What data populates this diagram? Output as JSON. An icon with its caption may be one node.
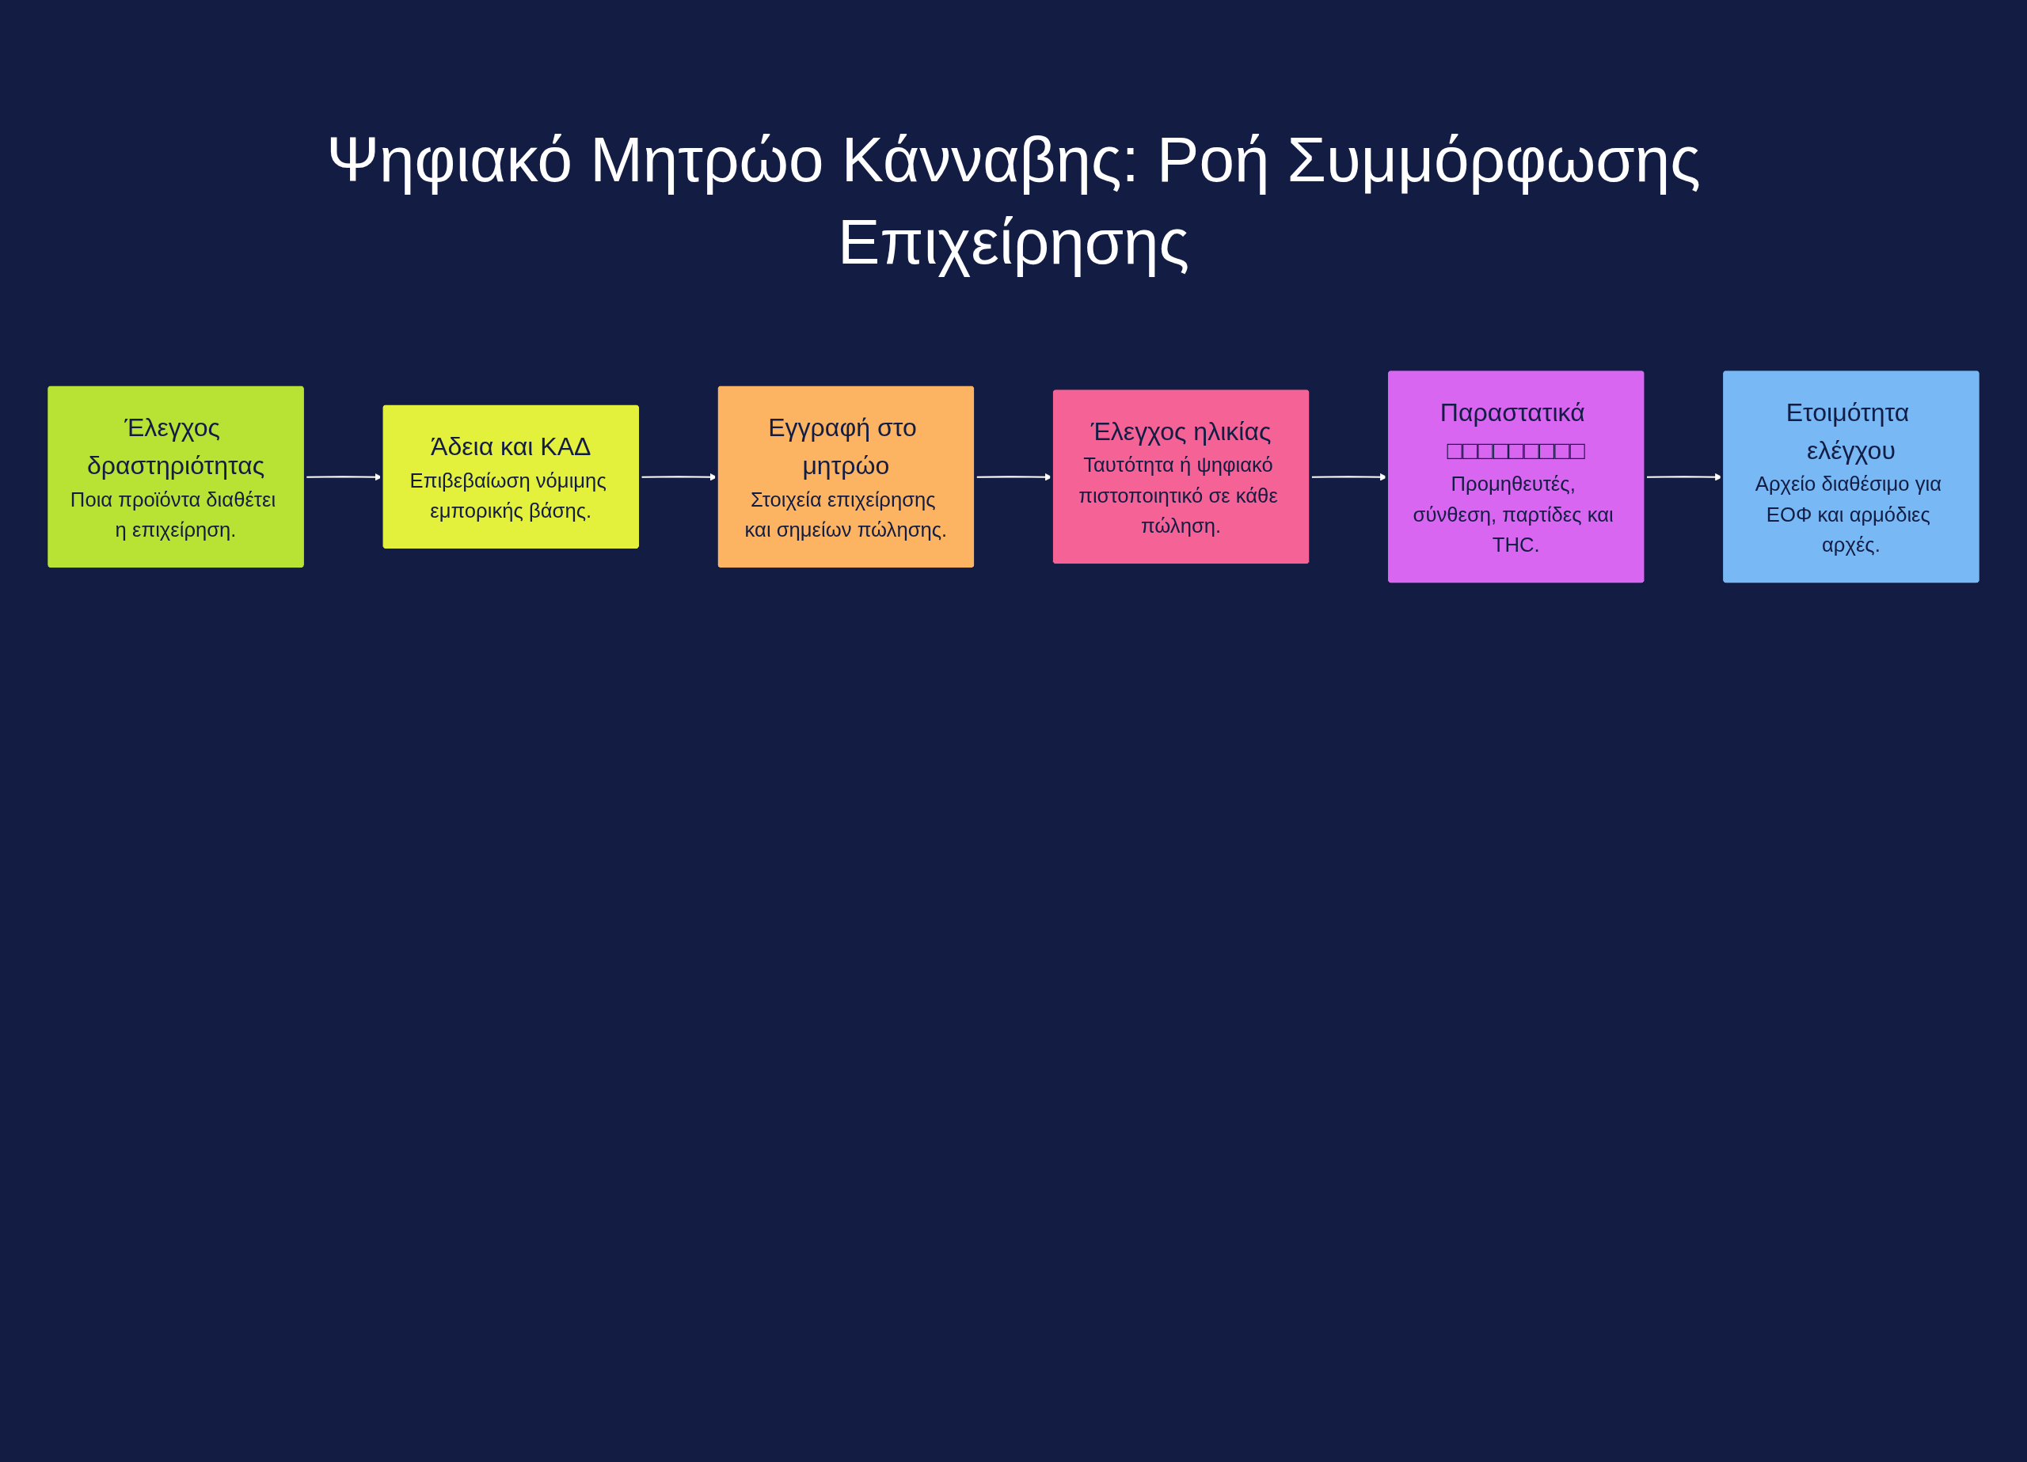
{
  "diagram": {
    "title": "Ψηφιακό Μητρώο Κάνναβης: Ροή Συμμόρφωσης Επιχείρησης",
    "nodes": [
      {
        "text": [
          "Έλεγχος δραστηριότητας",
          "Ποια προϊόντα διαθέτει η επιχείρηση."
        ]
      },
      {
        "text": [
          "Άδεια και ΚΑΔ",
          "Επιβεβαίωση νόμιμης εμπορικής βάσης."
        ]
      },
      {
        "text": [
          "Εγγραφή στο μητρώο",
          "Στοιχεία επιχείρησης και σημείων πώλησης."
        ]
      },
      {
        "text": [
          "Έλεγχος ηλικίας",
          "Ταυτότητα ή ψηφιακό πιστοποιητικό σε κάθε πώληση."
        ]
      },
      {
        "text": [
          "Παραστατικά □□□□□□□□□",
          "Προμηθευτές, σύνθεση, παρτίδες και THC."
        ]
      },
      {
        "text": [
          "Ετοιμότητα ελέγχου",
          "Αρχείο διαθέσιμο για ΕΟΦ και αρμόδιες αρχές."
        ]
      }
    ],
    "edges": [
      {
        "from": 0,
        "to": 1,
        "arrow": "to"
      },
      {
        "from": 1,
        "to": 2,
        "arrow": "to"
      },
      {
        "from": 2,
        "to": 3,
        "arrow": "to"
      },
      {
        "from": 3,
        "to": 4,
        "arrow": "to"
      },
      {
        "from": 4,
        "to": 5,
        "arrow": "to"
      }
    ]
  }
}
